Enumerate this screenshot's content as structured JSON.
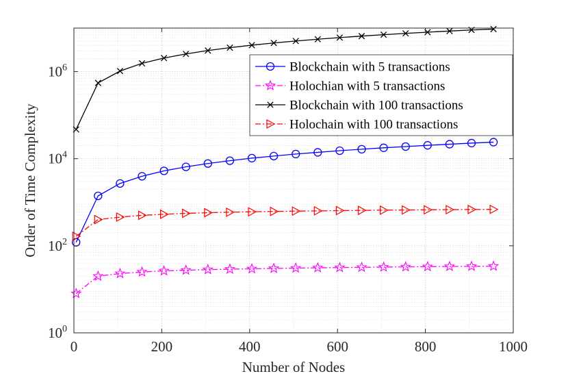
{
  "chart_data": {
    "type": "line",
    "title": "",
    "xlabel": "Number of Nodes",
    "ylabel": "Order of Time Complexity",
    "xlim": [
      0,
      1000
    ],
    "ylim": [
      1,
      10000000
    ],
    "yscale": "log",
    "grid": true,
    "minor_grid": true,
    "legend_position": "top-right",
    "x_ticks": [
      {
        "value": 0,
        "label": "0"
      },
      {
        "value": 200,
        "label": "200"
      },
      {
        "value": 400,
        "label": "400"
      },
      {
        "value": 600,
        "label": "600"
      },
      {
        "value": 800,
        "label": "800"
      },
      {
        "value": 1000,
        "label": "1000"
      }
    ],
    "y_ticks": [
      {
        "value": 1,
        "base": "10",
        "exp": "0"
      },
      {
        "value": 100,
        "base": "10",
        "exp": "2"
      },
      {
        "value": 10000,
        "base": "10",
        "exp": "4"
      },
      {
        "value": 1000000,
        "base": "10",
        "exp": "6"
      }
    ],
    "x": [
      5,
      55,
      105,
      155,
      205,
      255,
      305,
      355,
      405,
      455,
      505,
      555,
      605,
      655,
      705,
      755,
      805,
      855,
      905,
      955
    ],
    "series": [
      {
        "name": "Blockchain with 5 transactions",
        "color": "#0000ff",
        "marker": "circle",
        "line": "solid",
        "values": [
          120,
          1400,
          2700,
          3950,
          5250,
          6500,
          7750,
          9000,
          10300,
          11500,
          12800,
          14000,
          15300,
          16500,
          17800,
          19000,
          20300,
          21500,
          22800,
          24000
        ]
      },
      {
        "name": "Holochian with 5 transactions",
        "color": "#ff00ff",
        "marker": "star",
        "line": "dashdot",
        "values": [
          8,
          20,
          23,
          25,
          26.5,
          27.5,
          28.3,
          29,
          29.6,
          30.2,
          30.7,
          31.2,
          31.6,
          32,
          32.4,
          32.8,
          33.1,
          33.4,
          33.7,
          34
        ]
      },
      {
        "name": "Blockchain with 100 transactions",
        "color": "#000000",
        "marker": "x",
        "line": "solid",
        "values": [
          47000,
          550000,
          1030000,
          1550000,
          2050000,
          2550000,
          3050000,
          3550000,
          4050000,
          4550000,
          5050000,
          5550000,
          6050000,
          6550000,
          7050000,
          7550000,
          8050000,
          8550000,
          9050000,
          9500000
        ]
      },
      {
        "name": "Holochain with 100 transactions",
        "color": "#ff0000",
        "marker": "triangle-right",
        "line": "dashdot",
        "values": [
          165,
          400,
          455,
          500,
          530,
          555,
          575,
          590,
          603,
          615,
          625,
          634,
          642,
          650,
          657,
          663,
          669,
          675,
          680,
          685
        ]
      }
    ]
  }
}
